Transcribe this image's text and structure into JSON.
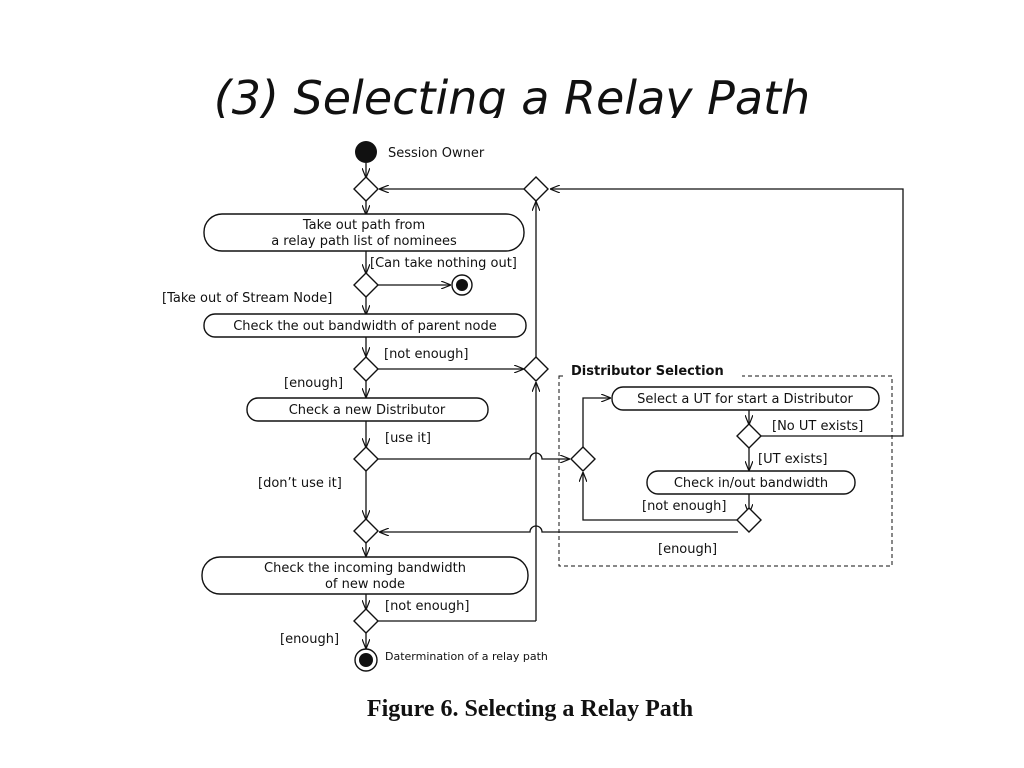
{
  "slide": {
    "title": "(3) Selecting a Relay Path"
  },
  "diagram": {
    "start_label": "Session Owner",
    "end_label": "Datermination of a relay path",
    "activities": {
      "take_out_path_1": "Take out path from",
      "take_out_path_2": "a relay path list of nominees",
      "check_out_bandwidth": "Check the out bandwidth of parent node",
      "check_new_distributor": "Check a new Distributor",
      "check_incoming_1": "Check the incoming bandwidth",
      "check_incoming_2": "of new node",
      "select_ut": "Select a UT for start a Distributor",
      "check_inout": "Check in/out bandwidth"
    },
    "guards": {
      "can_take_nothing_out": "[Can take nothing out]",
      "take_out_of_stream_node": "[Take out of Stream Node]",
      "not_enough_1": "[not enough]",
      "enough_1": "[enough]",
      "use_it": "[use it]",
      "dont_use_it": "[don’t use it]",
      "not_enough_2": "[not enough]",
      "enough_2": "[enough]",
      "no_ut_exists": "[No UT exists]",
      "ut_exists": "[UT exists]",
      "not_enough_3": "[not enough]",
      "enough_3": "[enough]"
    },
    "distributor_frame_label": "Distributor Selection",
    "caption": "Figure 6. Selecting a Relay Path"
  }
}
